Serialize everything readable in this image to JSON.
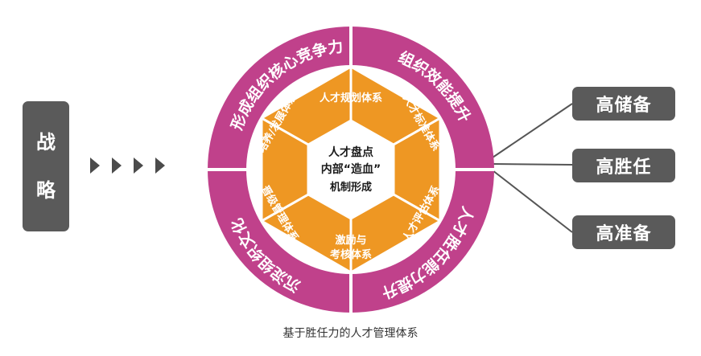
{
  "left": {
    "strategy_chars": [
      "战",
      "略"
    ]
  },
  "center": {
    "line1": "人才盘点",
    "line2": "内部“造血”",
    "line3": "机制形成"
  },
  "hexagon": {
    "top": "人才规划体系",
    "top_right": "人才标准体系",
    "bottom_right": "人才评估体系",
    "bottom_line1": "激励与",
    "bottom_line2": "考核体系",
    "bottom_left": "晋级管理体系",
    "top_left": "培养/发展体系"
  },
  "outer_ring": {
    "top_left": "形成组织核心竞争力",
    "top_right": "组织效能提升",
    "bottom_right": "人才胜任能力提升",
    "bottom_left": "沉淀组织文化"
  },
  "outputs": [
    "高储备",
    "高胜任",
    "高准备"
  ],
  "caption": "基于胜任力的人才管理体系",
  "colors": {
    "ring": "#c0418b",
    "orange": "#ee9723",
    "dark_box": "#5a5a5a",
    "lines": "#555555"
  }
}
